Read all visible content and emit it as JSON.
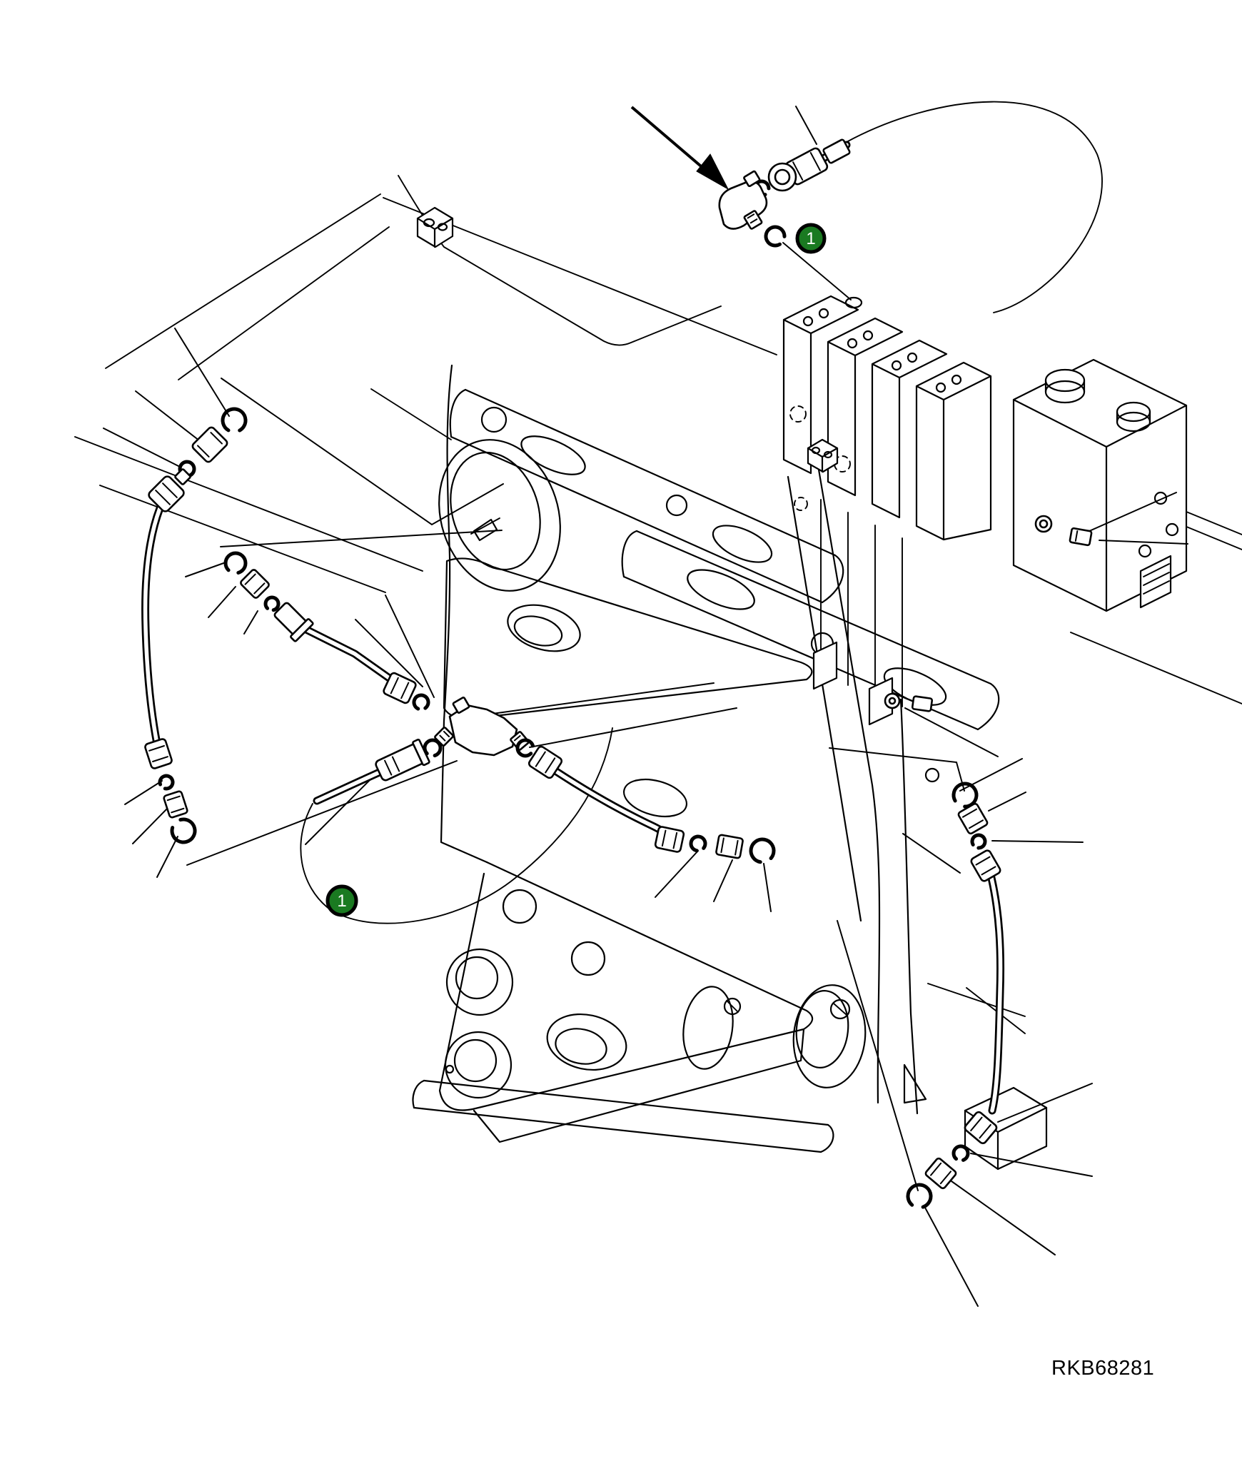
{
  "figure": {
    "type": "exploded-parts-diagram",
    "drawing_number": "RKB68281",
    "callouts": [
      {
        "label": "1"
      },
      {
        "label": "1"
      }
    ],
    "colors": {
      "background": "#ffffff",
      "line": "#000000",
      "callout_fill": "#1a7a21",
      "callout_outline": "#000000",
      "callout_text": "#ffffff"
    }
  }
}
